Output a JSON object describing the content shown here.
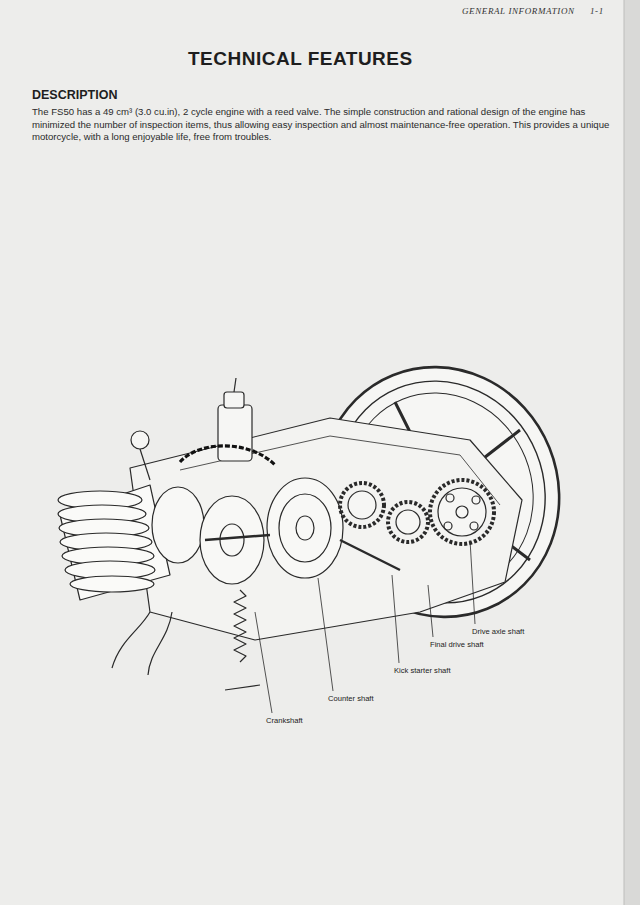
{
  "diagram": {
    "title": "TECHNICAL FEATURES",
    "labels": [
      "GENERAL INFORMATION",
      "1-1",
      "DESCRIPTION",
      "The FS50 has a 49 cm³ (3.0 cu.in), 2 cycle engine with a reed valve. The simple construction and rational design of the engine has minimized the number of inspection items, thus allowing easy inspection and almost maintenance-free operation. This provides a unique motorcycle, with a long enjoyable life, free from troubles.",
      "Drive axle shaft",
      "Final drive shaft",
      "Kick starter shaft",
      "Counter shaft",
      "Crankshaft"
    ]
  }
}
